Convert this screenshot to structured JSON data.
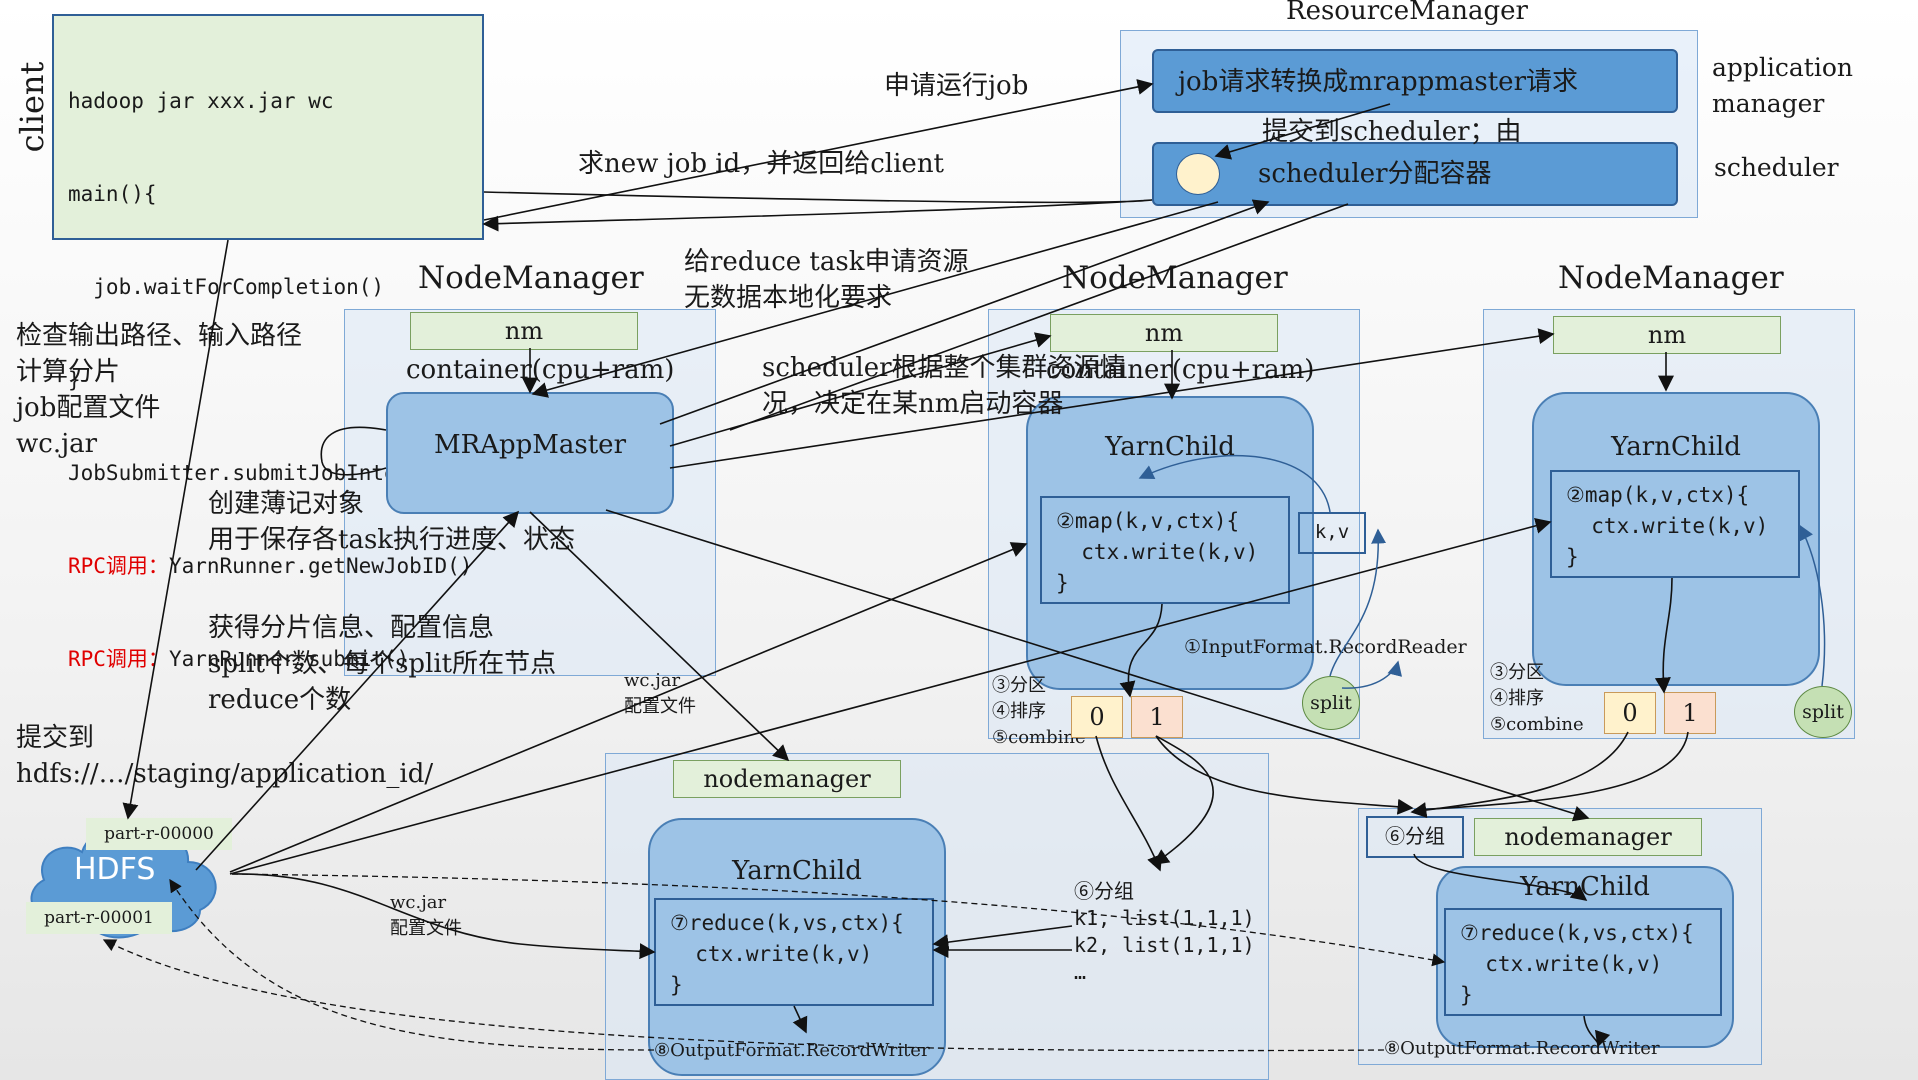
{
  "client": {
    "label": "client",
    "code_lines": [
      "hadoop jar xxx.jar wc",
      "main(){",
      "  job.waitForCompletion()",
      "}",
      "JobSubmitter.submitJobInternal()"
    ],
    "rpc1_prefix": "RPC调用：",
    "rpc1_call": "YarnRunner.getNewJobID()",
    "rpc2_prefix": "RPC调用：",
    "rpc2_call": "YarnRunner.submit()"
  },
  "resource_manager": {
    "title": "ResourceManager",
    "app_manager_box": "job请求转换成mrappmaster请求",
    "scheduler_box": "scheduler分配容器",
    "submit_note": "提交到scheduler；由",
    "side_app_manager": "application\nmanager",
    "side_scheduler": "scheduler"
  },
  "annotations": {
    "apply_job": "申请运行job",
    "new_job_id": "求new job id，并返回给client",
    "reduce_request": "给reduce task申请资源\n无数据本地化要求",
    "scheduler_decides": "scheduler根据整个集群资源情\n况，决定在某nm启动容器",
    "client_checks": "检查输出路径、输入路径\n计算分片\njob配置文件\nwc.jar",
    "create_book": "创建薄记对象\n用于保存各task执行进度、状态",
    "get_splits": "获得分片信息、配置信息\nsplit个数、每个split所在节点\nreduce个数",
    "submit_to": "提交到\nhdfs://…/staging/application_id/",
    "wcjar1": "wc.jar\n配置文件",
    "wcjar2": "wc.jar\n配置文件",
    "grouping": "⑥分组\nk1, list(1,1,1)\nk2, list(1,1,1)\n…"
  },
  "node_manager_1": {
    "title": "NodeManager",
    "nm": "nm",
    "container": "container(cpu+ram)",
    "mrappmaster": "MRAppMaster"
  },
  "node_manager_2": {
    "title": "NodeManager",
    "nm": "nm",
    "container": "container(cpu+ram)",
    "yarnchild": "YarnChild",
    "map_code": "②map(k,v,ctx){\n  ctx.write(k,v)\n}",
    "kv": "k,v",
    "input_format": "①InputFormat.RecordReader",
    "split": "split",
    "steps": "③分区\n④排序\n⑤combine",
    "part0": "0",
    "part1": "1"
  },
  "node_manager_3": {
    "title": "NodeManager",
    "nm": "nm",
    "yarnchild": "YarnChild",
    "map_code": "②map(k,v,ctx){\n  ctx.write(k,v)\n}",
    "split": "split",
    "steps": "③分区\n④排序\n⑤combine",
    "part0": "0",
    "part1": "1"
  },
  "reduce_node_1": {
    "nodemanager": "nodemanager",
    "yarnchild": "YarnChild",
    "reduce_code": "⑦reduce(k,vs,ctx){\n  ctx.write(k,v)\n}",
    "output_format": "⑧OutputFormat.RecordWriter"
  },
  "reduce_node_2": {
    "grouping": "⑥分组",
    "nodemanager": "nodemanager",
    "yarnchild": "YarnChild",
    "reduce_code": "⑦reduce(k,vs,ctx){\n  ctx.write(k,v)\n}",
    "output_format": "⑧OutputFormat.RecordWriter"
  },
  "hdfs": {
    "label": "HDFS",
    "part0": "part-r-00000",
    "part1": "part-r-00001"
  },
  "colors": {
    "region_fill": "#dbe8f6",
    "rm_box": "#5b9bd5",
    "yarnchild": "#9dc3e6",
    "nm_bar": "#e3f0da",
    "part0": "#fff2cc",
    "part1": "#fbe0d0",
    "rpc_text": "#e00000"
  }
}
